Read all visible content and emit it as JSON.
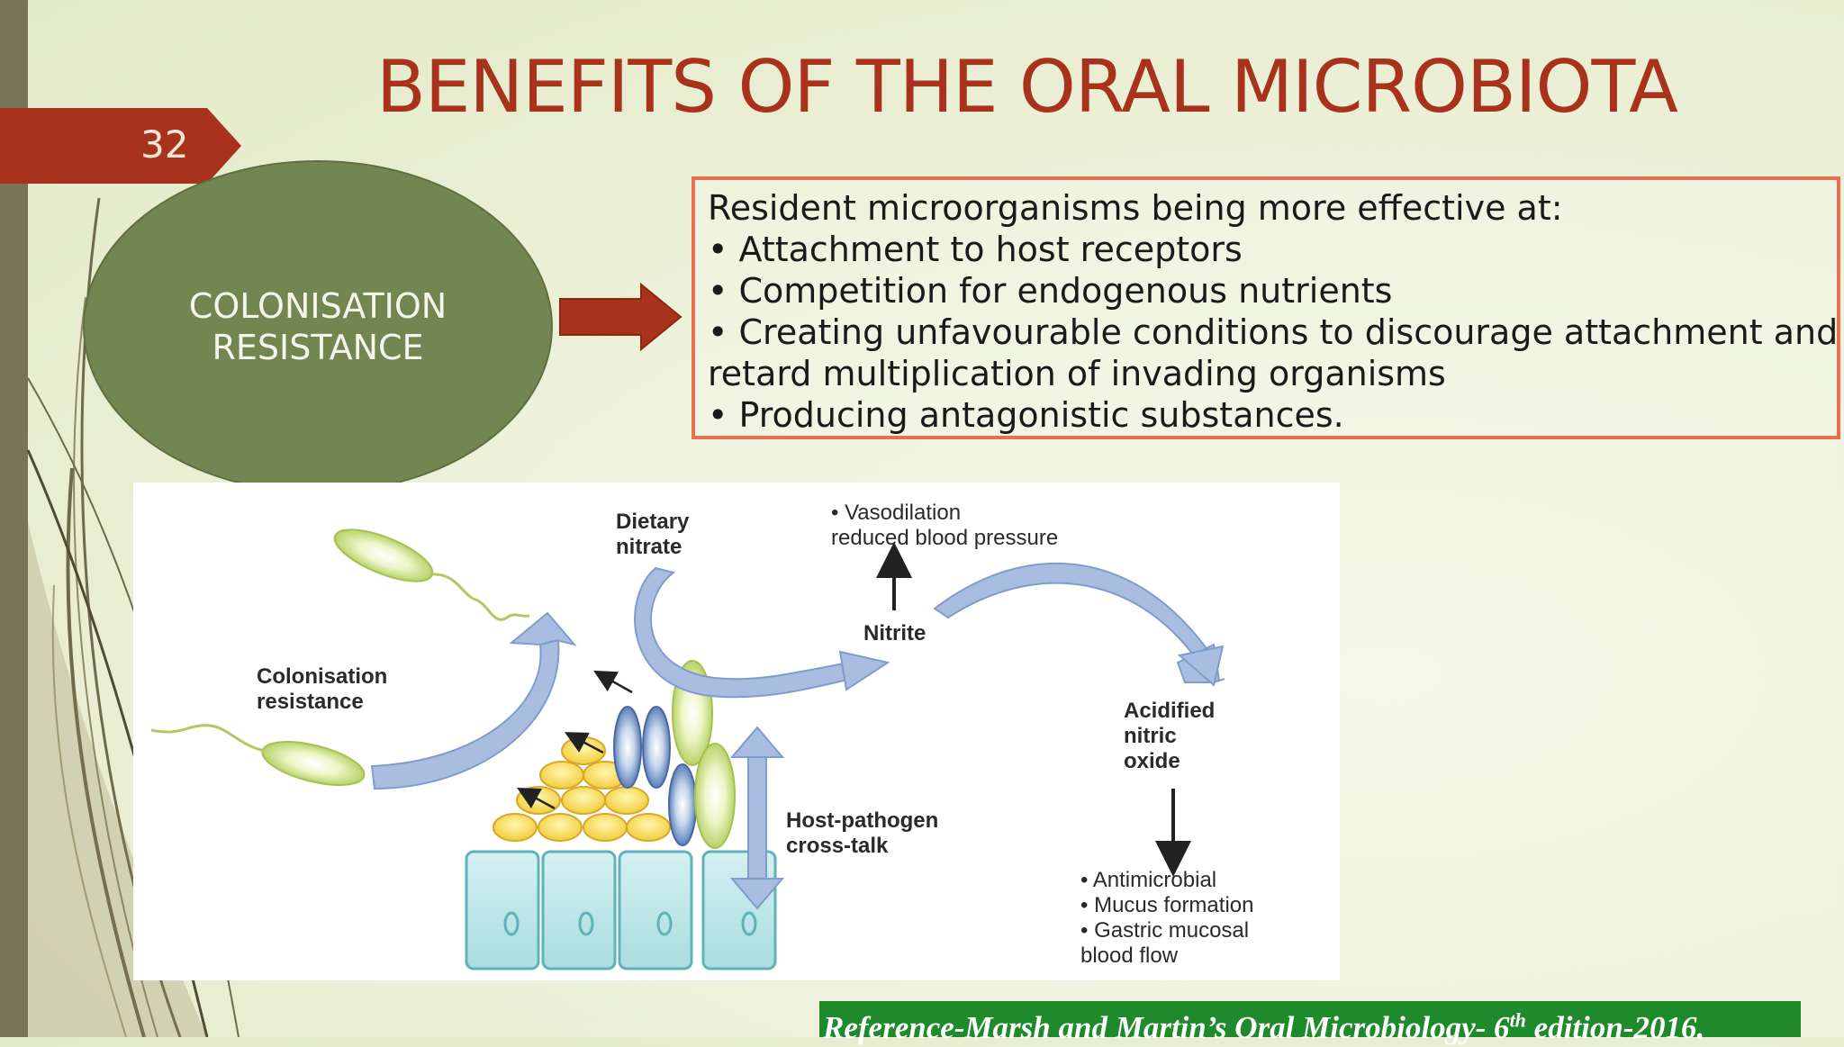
{
  "slide": {
    "number": "32",
    "title": "BENEFITS OF THE ORAL MICROBIOTA"
  },
  "concept": {
    "label": "COLONISATION\nRESISTANCE"
  },
  "description": {
    "lines": [
      "Resident microorganisms being more effective at:",
      "• Attachment to host receptors",
      "• Competition for endogenous nutrients",
      " • Creating unfavourable conditions to discourage attachment and",
      "retard multiplication of invading organisms",
      "• Producing antagonistic substances."
    ]
  },
  "diagram": {
    "labels": {
      "dietary_nitrate": "Dietary\nnitrate",
      "vasodilation": "• Vasodilation\n   reduced blood pressure",
      "nitrite": "Nitrite",
      "colonisation_resistance": "Colonisation\nresistance",
      "acidified_nitric_oxide": "Acidified\nnitric\noxide",
      "host_pathogen": "Host-pathogen\ncross-talk",
      "effects": "• Antimicrobial\n• Mucus formation\n• Gastric mucosal\n   blood flow"
    }
  },
  "reference": {
    "prefix": "Reference-Marsh and Martin’s Oral Microbiology- 6",
    "sup": "th",
    "suffix": " edition-2016."
  },
  "colors": {
    "accent": "#a8321c",
    "ellipse": "#728651",
    "box_border": "#e8704e",
    "reference_bg": "#1f8a2b"
  }
}
